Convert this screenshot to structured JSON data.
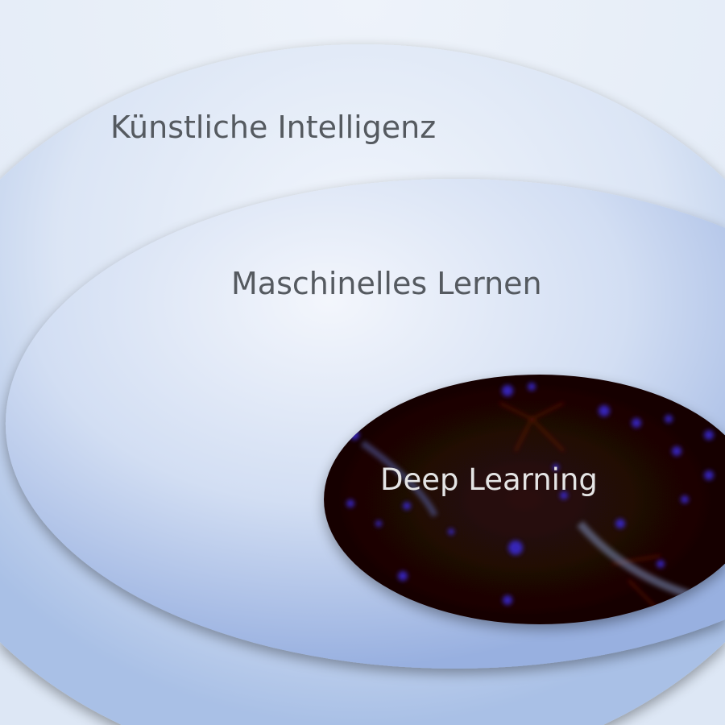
{
  "diagram": {
    "outer": {
      "label": "Künstliche Intelligenz"
    },
    "middle": {
      "label": "Maschinelles Lernen"
    },
    "inner": {
      "label": "Deep Learning"
    }
  },
  "colors": {
    "background": "#e6eef8",
    "outer_fill": "#c9d8f0",
    "middle_fill": "#b7c9ec",
    "inner_fill": "#1a0606",
    "label_dark": "#555a60",
    "label_light": "#e4e4e4"
  }
}
